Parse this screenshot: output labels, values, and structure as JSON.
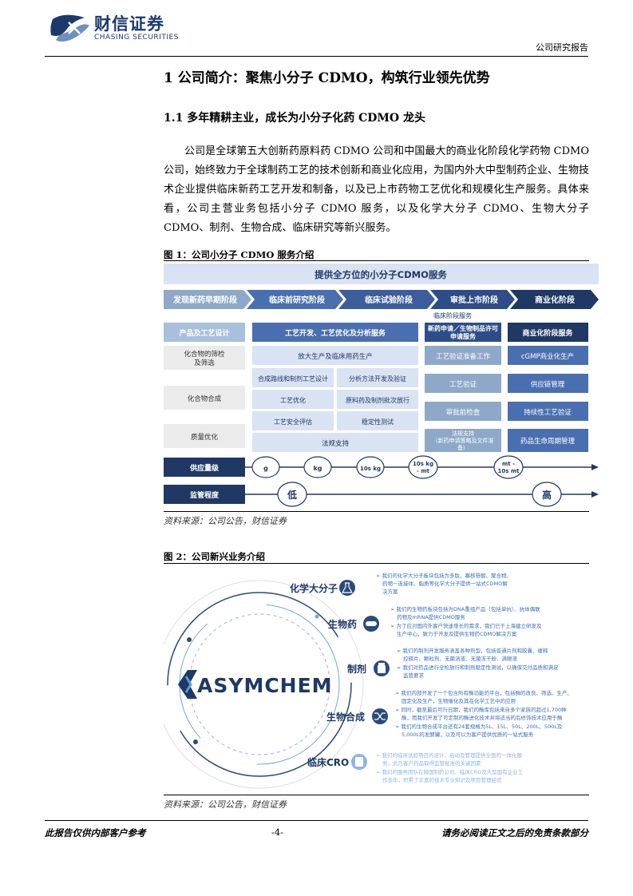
{
  "header": {
    "logo_cn": "财信证券",
    "logo_en": "CHASING SECURITIES",
    "report_type": "公司研究报告"
  },
  "section": {
    "h1": "1 公司简介：聚焦小分子 CDMO，构筑行业领先优势",
    "h2": "1.1 多年精耕主业，成长为小分子化药 CDMO 龙头",
    "paragraph": "公司是全球第五大创新药原料药 CDMO 公司和中国最大的商业化阶段化学药物 CDMO 公司，始终致力于全球制药工艺的技术创新和商业化应用，为国内外大中型制药企业、生物技术企业提供临床新药工艺开发和制备，以及已上市药物工艺优化和规模化生产服务。具体来看，公司主营业务包括小分子 CDMO 服务，以及化学大分子 CDMO、生物大分子 CDMO、制剂、生物合成、临床研究等新兴服务。"
  },
  "figure1": {
    "title": "图 1：公司小分子 CDMO 服务介绍",
    "banner": "提供全方位的小分子CDMO服务",
    "stages": [
      "发现新药早期阶段",
      "临床前研究阶段",
      "临床试验阶段",
      "审批上市阶段",
      "商业化阶段"
    ],
    "clinical_services_label": "临床阶段服务",
    "col1": {
      "header": "产品及工艺设计",
      "items": [
        "化合物的筛检\n及筛选",
        "化合物合成",
        "质量优化"
      ]
    },
    "col2": {
      "header": "工艺开发、工艺优化及分析服务",
      "wide1": "放大生产及临床用药生产",
      "pairs": [
        [
          "合成路线和制剂工艺设计",
          "分析方法开发及验证"
        ],
        [
          "工艺优化",
          "原料药及制剂批次放行"
        ],
        [
          "工艺安全评估",
          "稳定性测试"
        ]
      ],
      "wide2": "法规支持"
    },
    "col3": {
      "header": "新药申请／生物制品许可\n申请服务",
      "items": [
        "工艺验证准备工作",
        "工艺验证",
        "审批前检查",
        "法规支持\n（新药申请策略及文件准\n备）"
      ]
    },
    "col4": {
      "header": "商业化阶段服务",
      "items": [
        "cGMP商业化生产",
        "供应链管理",
        "持续性工艺验证",
        "药品生命周期管理"
      ]
    },
    "supply_label": "供应量级",
    "supply_levels": [
      "g",
      "kg",
      "10s kg",
      "10s kg\n- mt",
      "mt -\n10s mt"
    ],
    "regulation_label": "监管程度",
    "regulation_low": "低",
    "regulation_high": "高",
    "source": "资料来源：公司公告，财信证券",
    "colors": {
      "dark_navy": "#1f3864",
      "mid_blue": "#4a6fb0",
      "light_blue": "#dae3f3",
      "gray_box": "#ebebeb",
      "stage_light": "#8ea9c8"
    }
  },
  "figure2": {
    "title": "图 2：公司新兴业务介绍",
    "logo_text": "ASYMCHEM",
    "businesses": [
      {
        "name": "化学大分子",
        "icon": "flask-icon",
        "lines": [
          "➢ 我们的化学大分子板块包括为多肽、寡核苷酸、聚合物、",
          "药物－连接体、脂质等化学大分子提供一站式CDMO解",
          "决方案"
        ]
      },
      {
        "name": "生物药",
        "icon": "capsule-icon",
        "lines": [
          "➢ 我们的生物药板块包括为DNA重组产品（包括单抗）、抗体偶联",
          "药物及mRNA提供CDMO服务",
          "➢ 为了应对国内外客户快速增长的需求，我们已于上海建立研发及",
          "生产中心，致力于开发及提供生物药CDMO解决方案"
        ]
      },
      {
        "name": "制剂",
        "icon": "pill-bottle-icon",
        "lines": [
          "➢ 我们的制剂开发服务涵盖各种剂型，包括普通片剂和胶囊、缓释",
          "控释片、颗粒剂、无菌溶液、无菌冻干粉、滴眼液",
          "➢ 我们对药品进行全检放行和制剂稳定性测试，以确保交付品质和满足",
          "监管要求"
        ]
      },
      {
        "name": "生物合成",
        "icon": "shuffle-icon",
        "lines": [
          "➢ 我们内部开发了一个包含所有酶功能的平台，包括酶的改良、筛选、生产、",
          "固定化及生产，生物催化及其在化学工艺中的应用",
          "➢ 同时，截至最后可行日期，我们的酶库包括来自多个家族的超过1,700种",
          "酶，而我们开发了可定制的酶进化技术并将适当的后修饰技术应用于酶",
          "➢ 我们的生物合成平台还有24套规格为5L、15L、50L、200L、500L及",
          "5,000L的发酵罐，以及可以为客户提供优质的一站式服务"
        ]
      },
      {
        "name": "临床CRO",
        "icon": "clipboard-icon",
        "lines": [
          "➢ 我们的临床试验项目的设计、启动及管理提供全面的一体化服",
          "务，此乃客户药品取得监管批准的关键因素",
          "➢ 我们的服务团队在跨国制药公司、临床CRO及大型国有企业工",
          "作多年，积累了丰富的技术专业知识及项目管理经验"
        ]
      }
    ],
    "source": "资料来源：公司公告，财信证券"
  },
  "footer": {
    "left": "此报告仅供内部客户参考",
    "page": "-4-",
    "right": "请务必阅读正文之后的免责条款部分"
  }
}
